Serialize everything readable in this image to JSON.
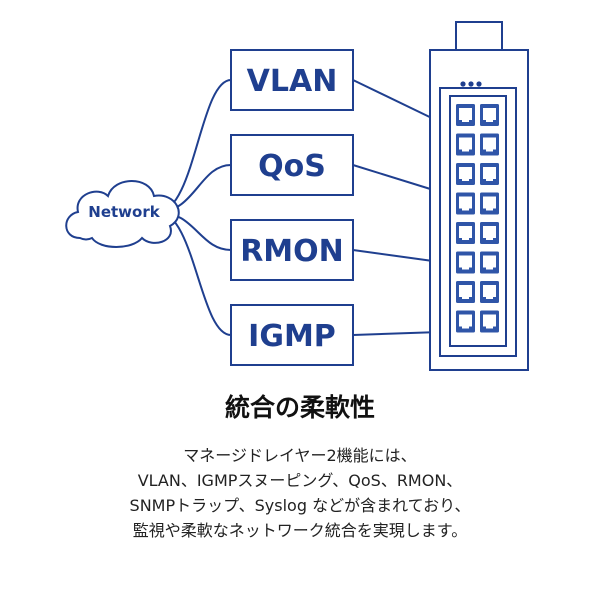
{
  "diagram": {
    "cloud_label": "Network",
    "features": [
      "VLAN",
      "QoS",
      "RMON",
      "IGMP"
    ],
    "colors": {
      "line": "#1f3f8f",
      "port_fill": "#2f55a8",
      "text": "#1f3f8f"
    },
    "switch": {
      "ports_per_column": 8,
      "columns": 2,
      "status_led_count": 3
    }
  },
  "caption": {
    "title": "統合の柔軟性",
    "lines": [
      "マネージドレイヤー2機能には、",
      "VLAN、IGMPスヌーピング、QoS、RMON、",
      "SNMPトラップ、Syslog などが含まれており、",
      "監視や柔軟なネットワーク統合を実現します。"
    ]
  }
}
